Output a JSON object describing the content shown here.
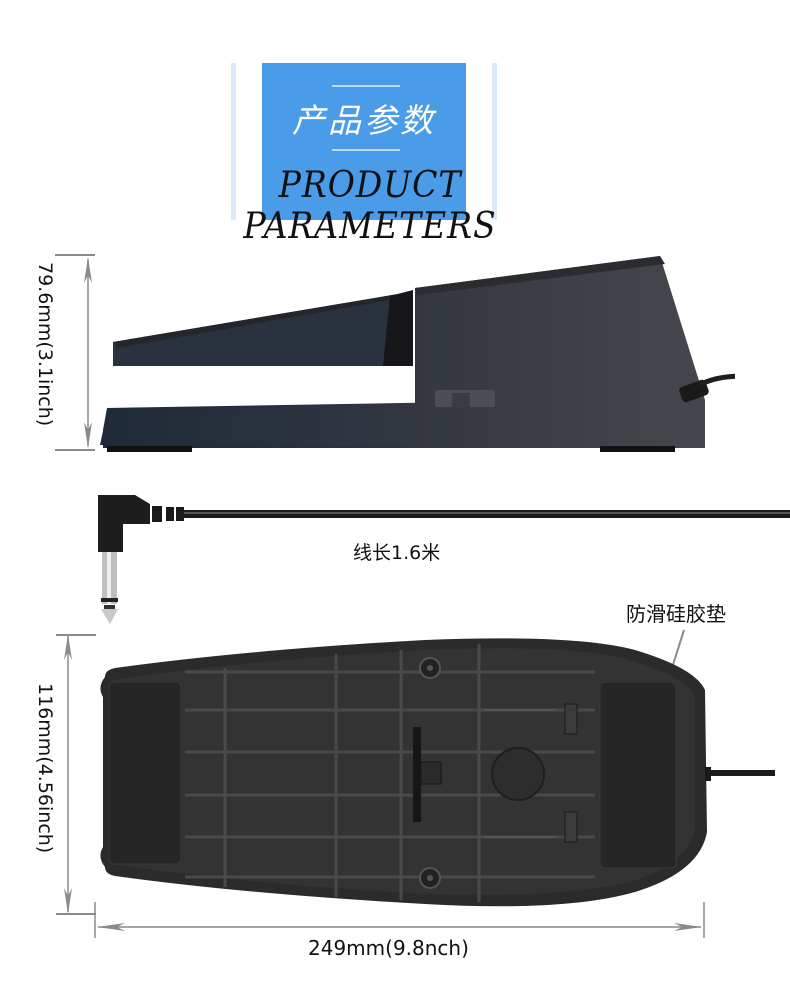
{
  "header": {
    "title_cn": "产品参数",
    "title_en": "PRODUCT PARAMETERS",
    "accent_color": "#4a9be8",
    "side_line_color": "#dbe9f8"
  },
  "side_view": {
    "height_dimension": "79.6mm(3.1inch)"
  },
  "cable": {
    "length_label": "线长1.6米"
  },
  "bottom_view": {
    "pad_callout": "防滑硅胶垫",
    "width_dimension": "116mm(4.56inch)",
    "length_dimension": "249mm(9.8nch)"
  },
  "colors": {
    "product_body": "#2c2f35",
    "dimension_line": "#8a8a8a"
  }
}
